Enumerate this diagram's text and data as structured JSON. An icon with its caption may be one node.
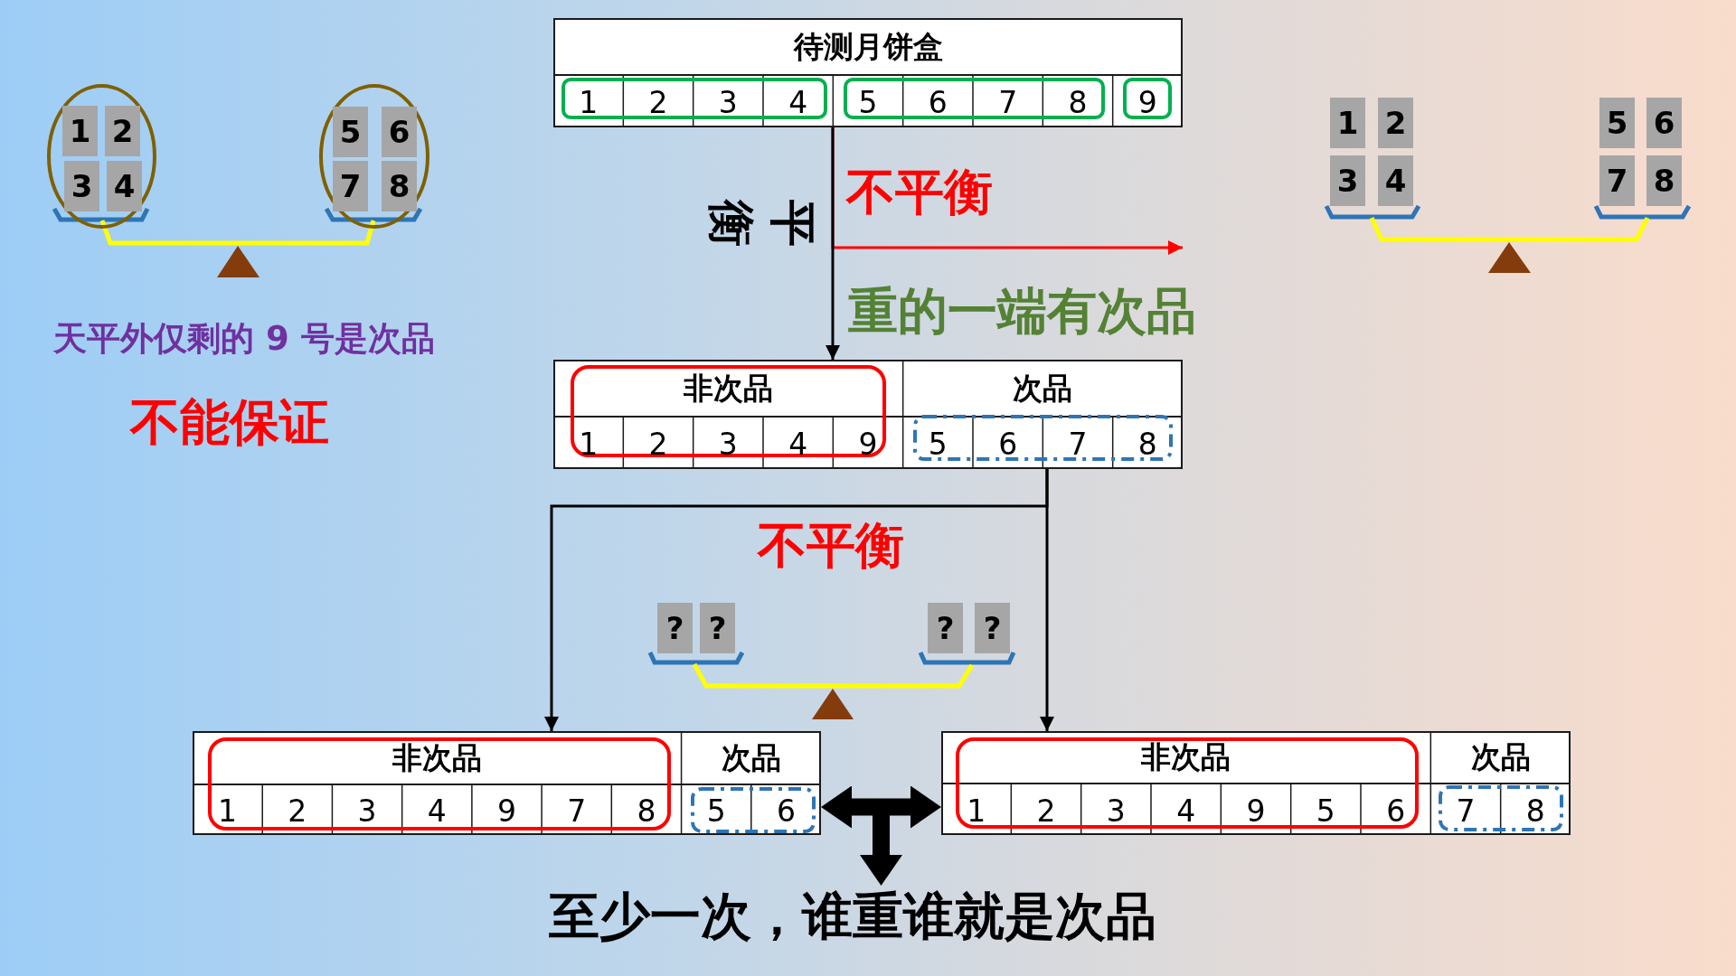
{
  "diagram": {
    "nodes": [
      {
        "text": [],
        "shape": "circle"
      },
      {
        "text": [
          "1"
        ],
        "in": 0
      },
      {
        "text": [
          "2"
        ],
        "in": 0
      },
      {
        "text": [
          "3"
        ],
        "in": 0
      },
      {
        "text": [
          "4"
        ],
        "in": 0
      },
      {
        "text": [],
        "shape": "circle"
      },
      {
        "text": [
          "5"
        ],
        "in": 5
      },
      {
        "text": [
          "6"
        ],
        "in": 5
      },
      {
        "text": [
          "7"
        ],
        "in": 5
      },
      {
        "text": [
          "8"
        ],
        "in": 5
      },
      {
        "text": [
          "待测月饼盒"
        ]
      },
      {
        "text": [
          "1",
          "2",
          "3",
          "4"
        ],
        "in": 10
      },
      {
        "text": [
          "5",
          "6",
          "7",
          "8"
        ],
        "in": 10
      },
      {
        "text": [
          "9"
        ],
        "in": 10
      },
      {
        "text": [
          "1"
        ]
      },
      {
        "text": [
          "2"
        ]
      },
      {
        "text": [
          "3"
        ]
      },
      {
        "text": [
          "4"
        ]
      },
      {
        "text": [
          "5"
        ]
      },
      {
        "text": [
          "6"
        ]
      },
      {
        "text": [
          "7"
        ]
      },
      {
        "text": [
          "8"
        ]
      },
      {
        "text": [
          "次品"
        ]
      },
      {
        "text": [
          "非次品",
          "1",
          "2",
          "3",
          "4",
          "9"
        ],
        "in": 22
      },
      {
        "text": [
          "5",
          "6",
          "7",
          "8"
        ],
        "in": 22
      },
      {
        "text": [
          "?"
        ]
      },
      {
        "text": [
          "?"
        ]
      },
      {
        "text": [
          "?"
        ]
      },
      {
        "text": [
          "?"
        ]
      },
      {
        "text": [
          "次品"
        ]
      },
      {
        "text": [
          "非次品",
          "1",
          "2",
          "3",
          "4",
          "9",
          "7",
          "8"
        ],
        "in": 29
      },
      {
        "text": [
          "5",
          "6"
        ],
        "in": 29
      },
      {
        "text": [
          "次品"
        ]
      },
      {
        "text": [
          "非次品",
          "1",
          "2",
          "3",
          "4",
          "9",
          "5",
          "6"
        ],
        "in": 32
      },
      {
        "text": [
          "7",
          "8"
        ],
        "in": 32
      },
      {
        "text": [
          "至少一次，谁重谁就是次品"
        ]
      }
    ],
    "edges": [
      {
        "from": 10,
        "to": 22,
        "arrow": "to",
        "label": "平衡"
      },
      {
        "from": 10,
        "to": null,
        "arrow": "to",
        "label": "不平衡",
        "color": "#ff0000"
      },
      {
        "from": 22,
        "to": 29,
        "arrow": "to"
      },
      {
        "from": 22,
        "to": 32,
        "arrow": "to"
      },
      {
        "from": 29,
        "to": 32,
        "arrow": "both",
        "style": "thick"
      },
      {
        "from": null,
        "to": 35,
        "arrow": "to",
        "style": "thick"
      }
    ],
    "labels": [
      "天平外仅剩的 9 号是次品",
      "不能保证",
      "重的一端有次品",
      "不平衡"
    ]
  }
}
